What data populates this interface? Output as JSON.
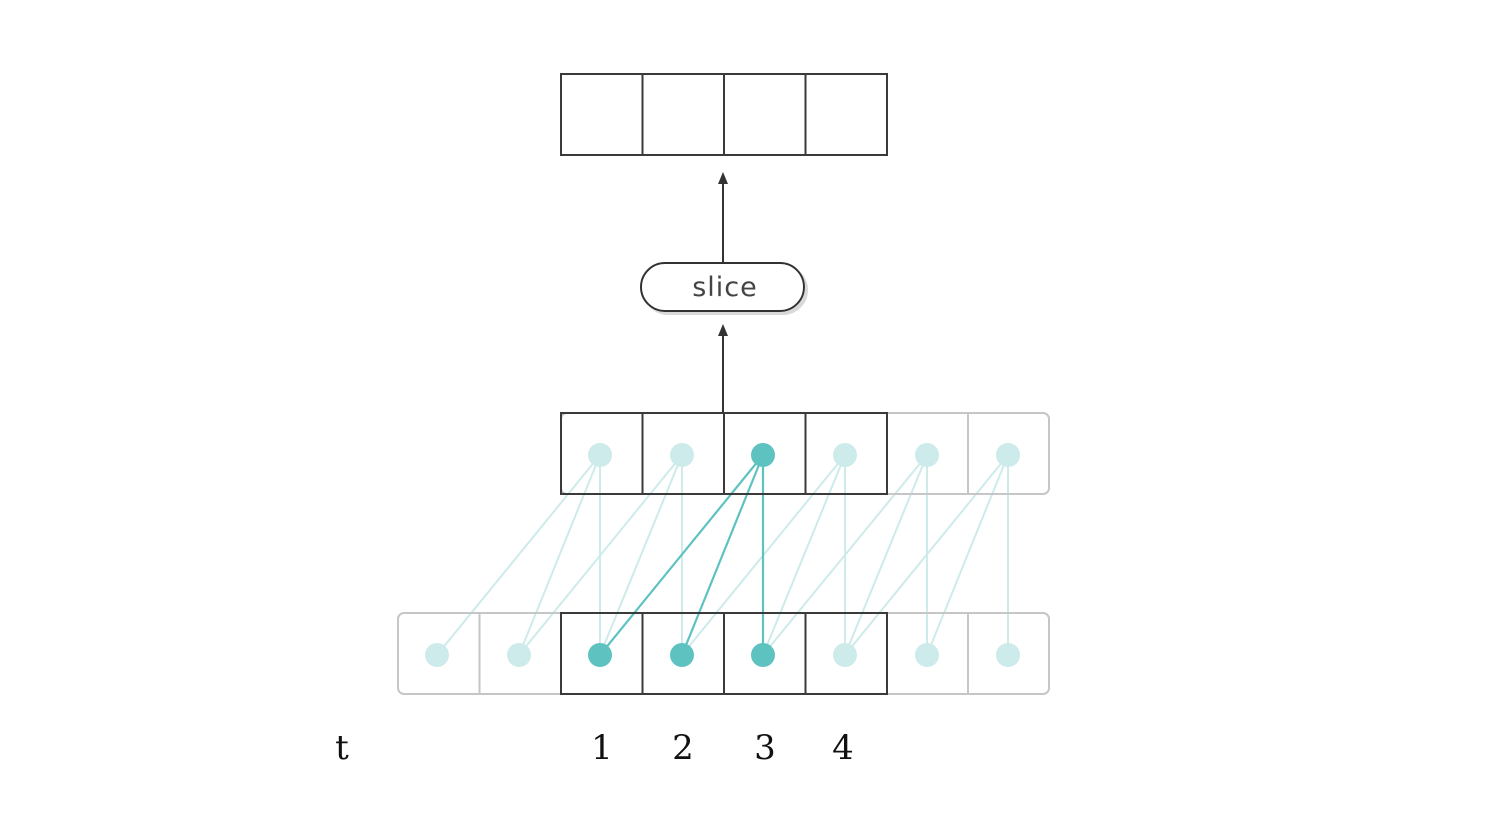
{
  "diagram": {
    "op_label": "slice",
    "time_label": "t",
    "step_labels": [
      "1",
      "2",
      "3",
      "4"
    ],
    "output_cells": 4,
    "middle_cells": 6,
    "middle_highlight_index": 2,
    "input_cells": 8,
    "input_highlight_indices": [
      2,
      3,
      4
    ],
    "colors": {
      "teal": "#5ec2c0",
      "teal_light": "#cdebea",
      "dark_border": "#3a3a3a",
      "light_border": "#c6c6c6"
    },
    "icons": [
      "up-arrow-icon",
      "up-arrow-icon"
    ]
  }
}
